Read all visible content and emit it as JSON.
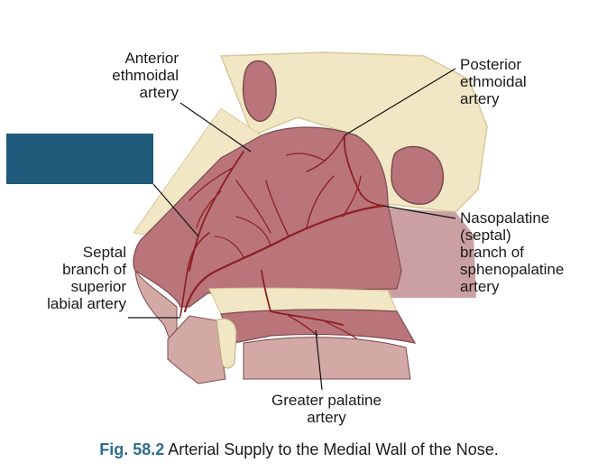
{
  "labels": {
    "anterior_ethmoidal": [
      "Anterior",
      "ethmoidal",
      "artery"
    ],
    "posterior_ethmoidal": [
      "Posterior",
      "ethmoidal",
      "artery"
    ],
    "nasopalatine": [
      "Nasopalatine",
      "(septal)",
      "branch of",
      "sphenopalatine",
      "artery"
    ],
    "septal_branch": [
      "Septal",
      "branch of",
      "superior",
      "labial artery"
    ],
    "greater_palatine": [
      "Greater palatine",
      "artery"
    ]
  },
  "caption": {
    "figure_number": "Fig. 58.2",
    "title": "Arterial Supply to the Medial Wall of the Nose."
  },
  "colors": {
    "mask": "#1f5a7a",
    "bone": "#f2e7c4",
    "tissue": "#b9757a",
    "artery": "#8e1e24",
    "caption_accent": "#2e6e8e"
  }
}
